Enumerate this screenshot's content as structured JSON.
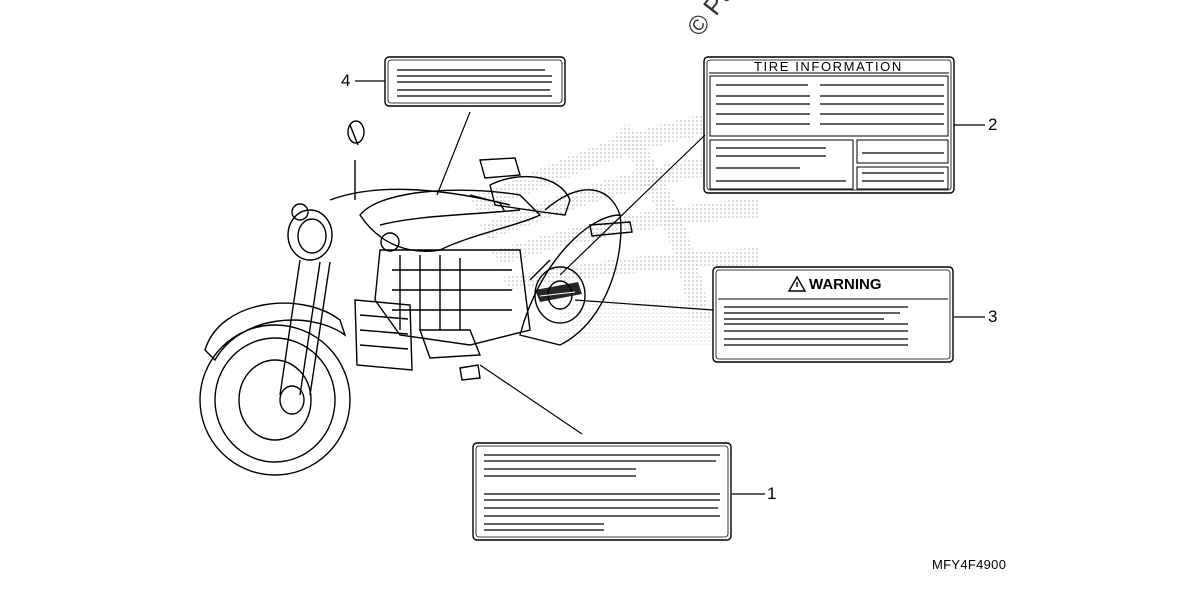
{
  "watermark": "© Partzilla",
  "callouts": {
    "c1": "1",
    "c2": "2",
    "c3": "3",
    "c4": "4"
  },
  "labels": {
    "tire_information": "TIRE INFORMATION",
    "warning": "WARNING"
  },
  "drawing_code": "MFY4F4900"
}
